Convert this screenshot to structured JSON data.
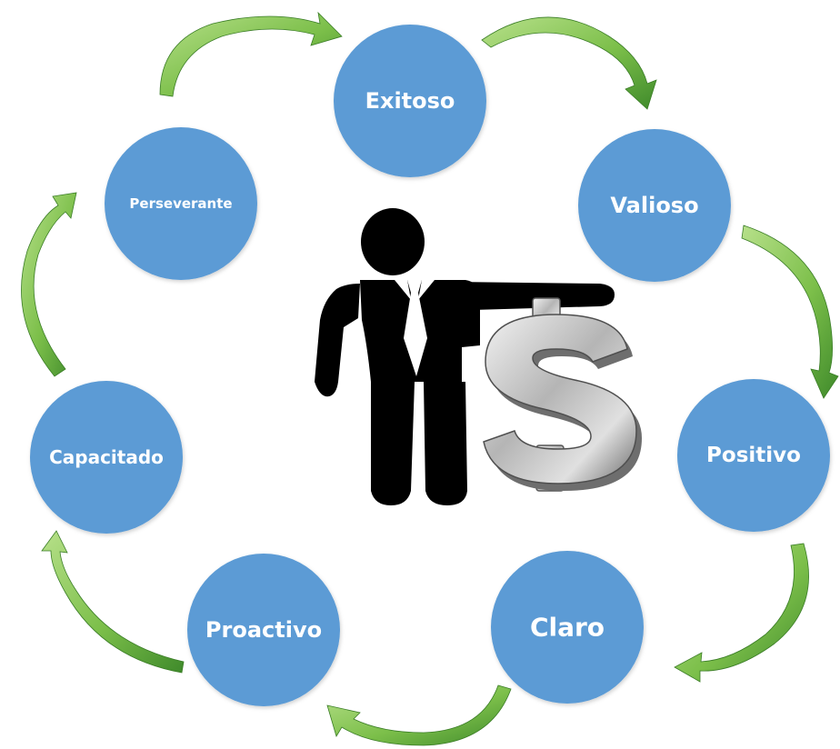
{
  "colors": {
    "node_fill": "#5b9bd5",
    "node_text": "#ffffff",
    "arrow_light": "#9fd26a",
    "arrow_dark": "#3f8a2b",
    "figure": "#000000",
    "tie": "#ffffff",
    "dollar_light": "#e6e6e6",
    "dollar_mid": "#a9a9a9",
    "dollar_dark": "#5f5f5f"
  },
  "center_graphic": {
    "figure_icon": "businessman-pointing-icon",
    "symbol_icon": "dollar-sign-icon"
  },
  "nodes": [
    {
      "label": "Exitoso"
    },
    {
      "label": "Valioso"
    },
    {
      "label": "Positivo"
    },
    {
      "label": "Claro"
    },
    {
      "label": "Proactivo"
    },
    {
      "label": "Capacitado"
    },
    {
      "label": "Perseverante"
    }
  ]
}
